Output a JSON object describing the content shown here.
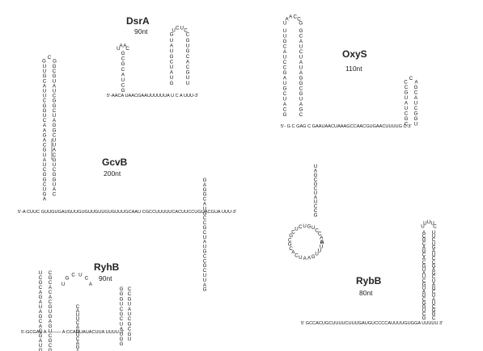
{
  "molecules": {
    "dsrA": {
      "name": "DsrA",
      "length": "90nt",
      "seq": "5'-AACA UAACGAAUUUUUUA U C A UUU-3'",
      "stem1": {
        "left": "GCGCAUCG",
        "right": "",
        "loop": "UAAC"
      },
      "stem2": {
        "left": "UAUGCUAUG",
        "right": "GUGCACGUU",
        "loop": "GUCUCC"
      }
    },
    "oxyS": {
      "name": "OxyS",
      "length": "110nt",
      "seq": "5'- G C GAG C GAAUAACUAAAGCCAACGUGAACUUUUG C-3'",
      "stem1L": "UUGCAUCCGAUGCUACG",
      "stem1R": "GCAUCUAUAGGCGUAGC",
      "loop1": "UAACCG",
      "stem2L": "CGUAUCGC",
      "stem2R": "GCAUCGGU",
      "loop2": "CCA"
    },
    "gcvB": {
      "name": "GcvB",
      "length": "200nt",
      "seq": "5'-A CUUC GUUGUGAUGUUGUGUUGUUGUGUUUGCAAU CGCCUUUUUCACUUCCUGUACGUA UUU-3'",
      "stem1L": "UUGCAUUCGGUCAAGACGUAUCGGCUGA",
      "stem1R": "GCGUAUCGGCUAGGCUUACGUCGGUAC",
      "loop1": "GCG",
      "stem2": "GAGGCAUGCCGCUAUGCCGCUUAG",
      "stem3": "UAGCGCUAUCCG",
      "loop3": "AUUUGAAUCACGCGCUCUGUCCAG"
    },
    "ryhB": {
      "name": "RyhB",
      "length": "90nt",
      "seq": "5'-GCGAU A ——— A CCAGUAUACUUA UUUU-3'",
      "stem1L": "UCGCAGAUAGCACGAUGC",
      "stem1R": "CGCACACGUGAGUCGCGCU",
      "loop1": "UGCUCA",
      "stem2L": "GGGUCGCUAUGG",
      "stem2R": "CCGUAUCGCGU",
      "stem3": "CAUUCAGUCAGAGCG"
    },
    "rybB": {
      "name": "RybB",
      "length": "80nt",
      "seq": "5' GCCACUGCUUUUCUUUGAUGUCCCCAUUUUGUGGA UUUUU 3'",
      "stemL": "ACGCAGCACGUAUCGUAGCGGUCG",
      "stemR": "UUCUGAUCCGAGCUAGCUAUCGGC",
      "loop": "UUUUC"
    }
  }
}
